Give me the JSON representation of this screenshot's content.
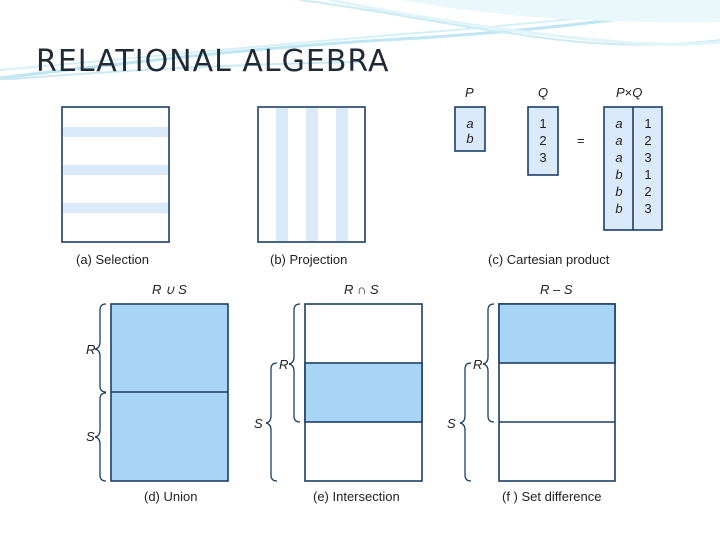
{
  "slide": {
    "title": "RELATIONAL ALGEBRA",
    "colors": {
      "light_blue": "#dbeafb",
      "mid_blue": "#a8d4f5",
      "line": "#1d3f66",
      "header_wave": "#bfe6f2"
    }
  },
  "panels": {
    "selection": {
      "caption": "(a) Selection"
    },
    "projection": {
      "caption": "(b) Projection"
    },
    "cartesian": {
      "caption": "(c) Cartesian product",
      "header_p": "P",
      "header_q": "Q",
      "header_pxq_left": "P",
      "header_pxq_op": "×",
      "header_pxq_right": "Q",
      "equals": "=",
      "p_values": [
        "a",
        "b"
      ],
      "q_values": [
        "1",
        "2",
        "3"
      ],
      "result_left": [
        "a",
        "a",
        "a",
        "b",
        "b",
        "b"
      ],
      "result_right": [
        "1",
        "2",
        "3",
        "1",
        "2",
        "3"
      ]
    },
    "union": {
      "caption": "(d) Union",
      "op_label": "R ∪ S",
      "brace_r": "R",
      "brace_s": "S"
    },
    "intersection": {
      "caption": "(e) Intersection",
      "op_label": "R ∩ S",
      "brace_r": "R",
      "brace_s": "S"
    },
    "difference": {
      "caption": "(f ) Set difference",
      "op_label": "R – S",
      "brace_r": "R",
      "brace_s": "S"
    }
  }
}
